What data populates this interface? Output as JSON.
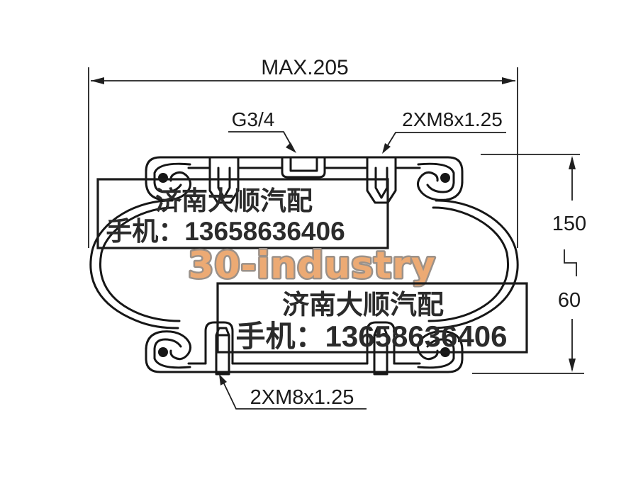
{
  "drawing": {
    "dimensions": {
      "max_width": "MAX.205",
      "height_upper": "150",
      "height_lower": "60"
    },
    "callouts": {
      "air_port": "G3/4",
      "top_studs": "2XM8x1.25",
      "bottom_studs": "2XM8x1.25"
    },
    "colors": {
      "line": "#161616",
      "dim_line": "#1f1f1f",
      "watermark_text": "#2b2b2b",
      "brand_fill": "#ecaa74",
      "brand_outline": "#9b9189",
      "background": "#ffffff"
    }
  },
  "watermarks": {
    "seller_top": {
      "line1": "济南大顺汽配",
      "line2": "手机：13658636406"
    },
    "seller_bottom": {
      "line1": "济南大顺汽配",
      "line2": "手机：13658636406"
    },
    "brand": "30-industry"
  }
}
